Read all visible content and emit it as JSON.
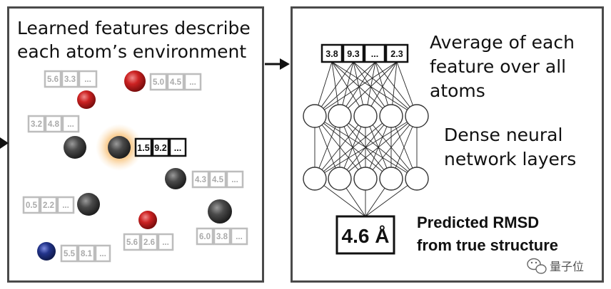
{
  "left_panel": {
    "heading_line1": "Learned features describe",
    "heading_line2": "each atom’s environment",
    "atoms": [
      {
        "id": "a1",
        "color": "red",
        "features": [
          "5.6",
          "3.3",
          "..."
        ]
      },
      {
        "id": "a2",
        "color": "red",
        "features": [
          "5.0",
          "4.5",
          "..."
        ]
      },
      {
        "id": "a3",
        "color": "gray",
        "features": [
          "3.2",
          "4.8",
          "..."
        ]
      },
      {
        "id": "a4",
        "color": "gray",
        "features": []
      },
      {
        "id": "a5",
        "color": "gray",
        "highlighted": true,
        "features": [
          "1.5",
          "9.2",
          "..."
        ]
      },
      {
        "id": "a6",
        "color": "gray",
        "features": [
          "4.3",
          "4.5",
          "..."
        ]
      },
      {
        "id": "a7",
        "color": "gray",
        "features": [
          "0.5",
          "2.2",
          "..."
        ]
      },
      {
        "id": "a8",
        "color": "red",
        "features": [
          "5.6",
          "2.6",
          "..."
        ]
      },
      {
        "id": "a9",
        "color": "gray",
        "features": [
          "6.0",
          "3.8",
          "..."
        ]
      },
      {
        "id": "a10",
        "color": "blue",
        "features": [
          "5.5",
          "8.1",
          "..."
        ]
      }
    ]
  },
  "right_panel": {
    "average_vector": [
      "3.8",
      "9.3",
      "...",
      "2.3"
    ],
    "average_label_lines": [
      "Average of each",
      "feature over all",
      "atoms"
    ],
    "dense_label_lines": [
      "Dense neural",
      "network layers"
    ],
    "output_value": "4.6 Å",
    "output_label_lines": [
      "Predicted RMSD",
      "from true structure"
    ]
  },
  "watermark": {
    "text": "量子位",
    "icon": "wechat-icon"
  },
  "colors": {
    "red": "#cc2222",
    "gray": "#4a4a4a",
    "blue": "#22338a",
    "glow": "#f2a03a"
  }
}
